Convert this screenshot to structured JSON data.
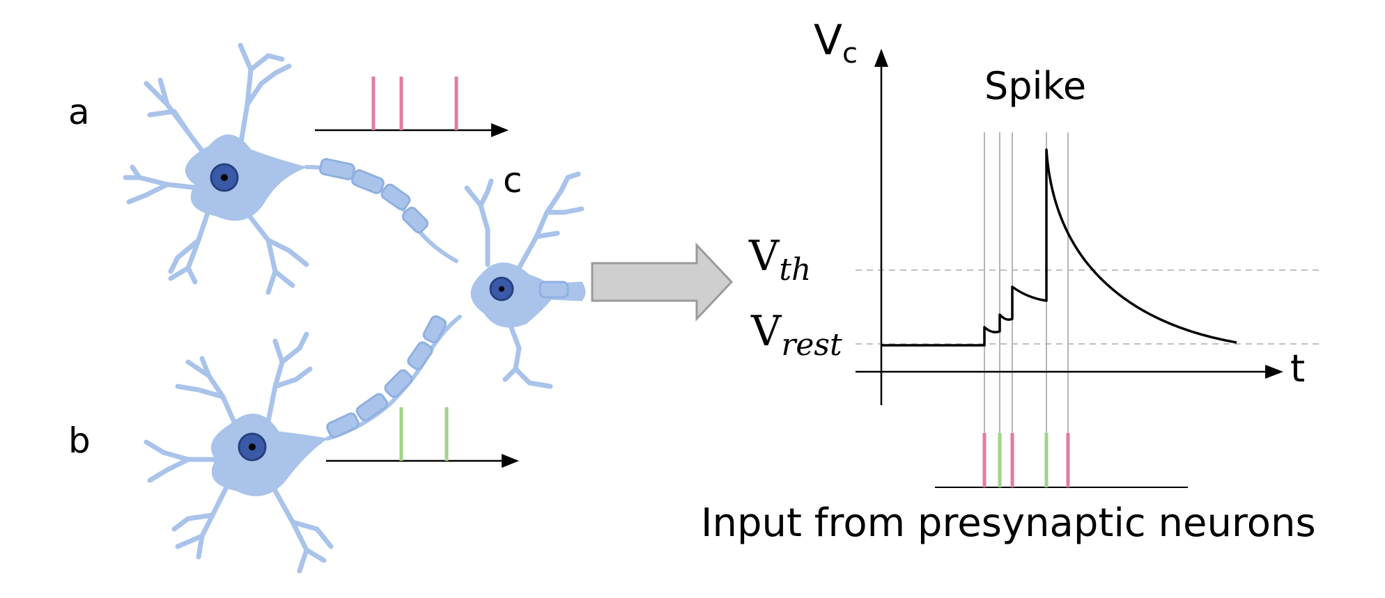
{
  "labels": {
    "neuron_a": "a",
    "neuron_b": "b",
    "neuron_c": "c",
    "spike": "Spike",
    "input_caption": "Input from presynaptic neurons",
    "t_axis": "t",
    "v_base": "V",
    "v_sub": "c",
    "vth_base": "V",
    "vth_sub": "th",
    "vrest_base": "V",
    "vrest_sub": "rest"
  },
  "colors": {
    "neuron_body": "#a9c3ea",
    "neuron_outline": "#8fb0e0",
    "nucleus": "#3a5aa8",
    "nucleus_dark": "#27407e",
    "spike_a": "#e27ca0",
    "spike_b": "#9fd38a",
    "arrow_fill": "#cfcfcf",
    "arrow_stroke": "#9a9a9a",
    "axis": "#000000",
    "guide": "#b5b5b5",
    "threshold_dash": "#aaaaaa"
  }
}
